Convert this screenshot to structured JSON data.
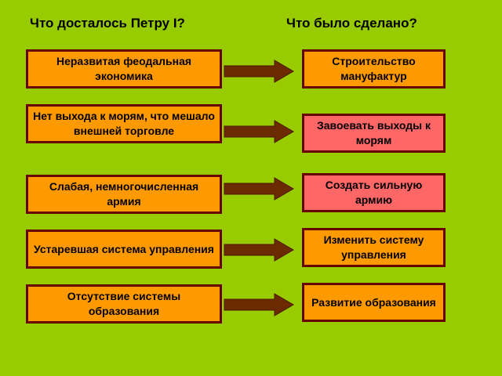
{
  "headers": {
    "left": "Что досталось Петру I?",
    "right": "Что было сделано?"
  },
  "colors": {
    "background": "#99cc00",
    "problem_box": "#ff9900",
    "action_box_highlight": "#ff6666",
    "border": "#660000",
    "arrow": "#6b2a00"
  },
  "rows": [
    {
      "problem": "Неразвитая феодальная экономика",
      "action": "Строительство мануфактур"
    },
    {
      "problem": "Нет выхода к морям, что мешало внешней торговле",
      "action": "Завоевать выходы к морям"
    },
    {
      "problem": "Слабая, немногочисленная армия",
      "action": "Создать сильную армию"
    },
    {
      "problem": "Устаревшая система управления",
      "action": "Изменить систему управления"
    },
    {
      "problem": "Отсутствие системы образования",
      "action": "Развитие образования"
    }
  ]
}
